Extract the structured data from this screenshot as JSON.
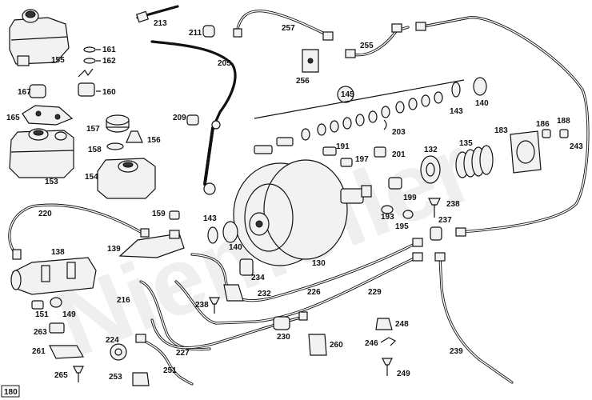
{
  "diagram": {
    "watermark": "Niemöller",
    "page_number": "180",
    "callouts": [
      {
        "id": "155",
        "text": "155"
      },
      {
        "id": "161",
        "text": "161"
      },
      {
        "id": "162",
        "text": "162"
      },
      {
        "id": "160",
        "text": "160"
      },
      {
        "id": "167",
        "text": "167"
      },
      {
        "id": "165",
        "text": "165"
      },
      {
        "id": "157",
        "text": "157"
      },
      {
        "id": "156",
        "text": "156"
      },
      {
        "id": "158",
        "text": "158"
      },
      {
        "id": "153",
        "text": "153"
      },
      {
        "id": "154",
        "text": "154"
      },
      {
        "id": "213",
        "text": "213"
      },
      {
        "id": "211",
        "text": "211"
      },
      {
        "id": "205",
        "text": "205"
      },
      {
        "id": "209",
        "text": "209"
      },
      {
        "id": "257",
        "text": "257"
      },
      {
        "id": "255",
        "text": "255"
      },
      {
        "id": "256",
        "text": "256"
      },
      {
        "id": "145",
        "text": "145"
      },
      {
        "id": "140a",
        "text": "140"
      },
      {
        "id": "143a",
        "text": "143"
      },
      {
        "id": "203",
        "text": "203"
      },
      {
        "id": "191",
        "text": "191"
      },
      {
        "id": "197",
        "text": "197"
      },
      {
        "id": "201",
        "text": "201"
      },
      {
        "id": "132",
        "text": "132"
      },
      {
        "id": "135",
        "text": "135"
      },
      {
        "id": "183",
        "text": "183"
      },
      {
        "id": "186",
        "text": "186"
      },
      {
        "id": "188",
        "text": "188"
      },
      {
        "id": "243",
        "text": "243"
      },
      {
        "id": "199",
        "text": "199"
      },
      {
        "id": "238a",
        "text": "238"
      },
      {
        "id": "237",
        "text": "237"
      },
      {
        "id": "193",
        "text": "193"
      },
      {
        "id": "195",
        "text": "195"
      },
      {
        "id": "220",
        "text": "220"
      },
      {
        "id": "159",
        "text": "159"
      },
      {
        "id": "143b",
        "text": "143"
      },
      {
        "id": "140b",
        "text": "140"
      },
      {
        "id": "130",
        "text": "130"
      },
      {
        "id": "139",
        "text": "139"
      },
      {
        "id": "138",
        "text": "138"
      },
      {
        "id": "234",
        "text": "234"
      },
      {
        "id": "232",
        "text": "232"
      },
      {
        "id": "226",
        "text": "226"
      },
      {
        "id": "229",
        "text": "229"
      },
      {
        "id": "216",
        "text": "216"
      },
      {
        "id": "238b",
        "text": "238"
      },
      {
        "id": "151",
        "text": "151"
      },
      {
        "id": "149",
        "text": "149"
      },
      {
        "id": "230",
        "text": "230"
      },
      {
        "id": "248",
        "text": "248"
      },
      {
        "id": "263",
        "text": "263"
      },
      {
        "id": "224",
        "text": "224"
      },
      {
        "id": "260",
        "text": "260"
      },
      {
        "id": "246",
        "text": "246"
      },
      {
        "id": "239",
        "text": "239"
      },
      {
        "id": "261",
        "text": "261"
      },
      {
        "id": "227",
        "text": "227"
      },
      {
        "id": "251",
        "text": "251"
      },
      {
        "id": "265",
        "text": "265"
      },
      {
        "id": "253",
        "text": "253"
      },
      {
        "id": "249",
        "text": "249"
      }
    ]
  }
}
